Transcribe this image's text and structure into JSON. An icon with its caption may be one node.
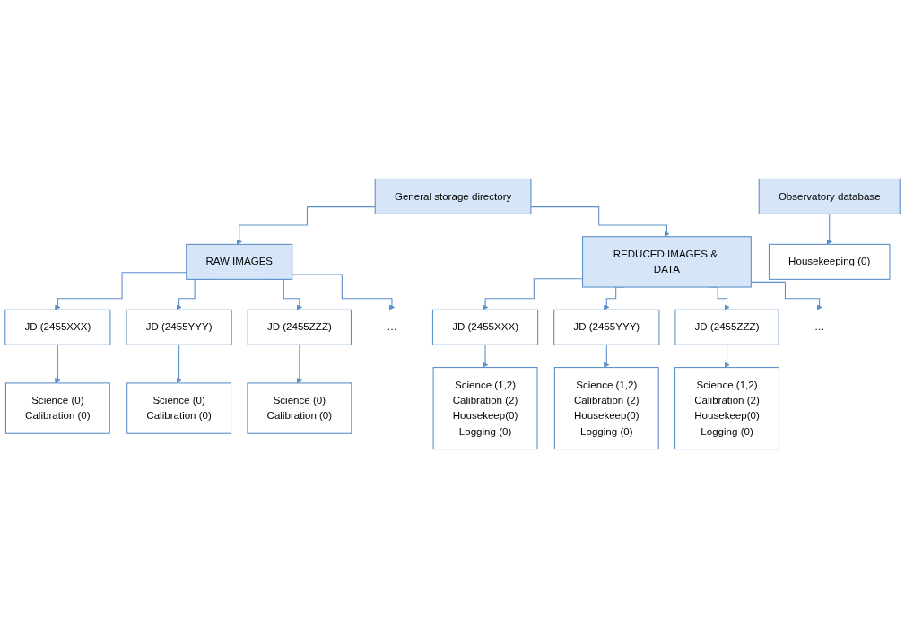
{
  "diagram": {
    "nodes": [
      {
        "text": [
          "General storage directory"
        ]
      },
      {
        "text": [
          "RAW IMAGES"
        ]
      },
      {
        "text": [
          "JD (2455XXX)"
        ]
      },
      {
        "text": [
          "JD (2455YYY)"
        ]
      },
      {
        "text": [
          "JD (2455ZZZ)"
        ]
      },
      {
        "text": [
          "…"
        ]
      },
      {
        "text": [
          "Science (0)",
          "Calibration (0)"
        ]
      },
      {
        "text": [
          "Science (0)",
          "Calibration (0)"
        ]
      },
      {
        "text": [
          "Science (0)",
          "Calibration (0)"
        ]
      },
      {
        "text": [
          "REDUCED IMAGES & DATA"
        ]
      },
      {
        "text": [
          "JD (2455XXX)"
        ]
      },
      {
        "text": [
          "JD (2455YYY)"
        ]
      },
      {
        "text": [
          "JD (2455ZZZ)"
        ]
      },
      {
        "text": [
          "…"
        ]
      },
      {
        "text": [
          "Science (1,2)",
          "Calibration (2)",
          "Housekeep(0)",
          "Logging (0)"
        ]
      },
      {
        "text": [
          "Science (1,2)",
          "Calibration (2)",
          "Housekeep(0)",
          "Logging (0)"
        ]
      },
      {
        "text": [
          "Science (1,2)",
          "Calibration (2)",
          "Housekeep(0)",
          "Logging (0)"
        ]
      },
      {
        "text": [
          "Observatory database"
        ]
      },
      {
        "text": [
          "Housekeeping (0)"
        ]
      }
    ],
    "edges": [
      {
        "from": 0,
        "to": 1,
        "arrow": "to"
      },
      {
        "from": 0,
        "to": 9,
        "arrow": "to"
      },
      {
        "from": 1,
        "to": 2,
        "arrow": "to"
      },
      {
        "from": 1,
        "to": 3,
        "arrow": "to"
      },
      {
        "from": 1,
        "to": 4,
        "arrow": "to"
      },
      {
        "from": 1,
        "to": 5,
        "arrow": "to"
      },
      {
        "from": 2,
        "to": 6,
        "arrow": "to"
      },
      {
        "from": 3,
        "to": 7,
        "arrow": "to"
      },
      {
        "from": 4,
        "to": 8,
        "arrow": "to"
      },
      {
        "from": 9,
        "to": 10,
        "arrow": "to"
      },
      {
        "from": 9,
        "to": 11,
        "arrow": "to"
      },
      {
        "from": 9,
        "to": 12,
        "arrow": "to"
      },
      {
        "from": 9,
        "to": 13,
        "arrow": "to"
      },
      {
        "from": 10,
        "to": 14,
        "arrow": "to"
      },
      {
        "from": 11,
        "to": 15,
        "arrow": "to"
      },
      {
        "from": 12,
        "to": 16,
        "arrow": "to"
      },
      {
        "from": 17,
        "to": 18,
        "arrow": "to"
      }
    ]
  }
}
